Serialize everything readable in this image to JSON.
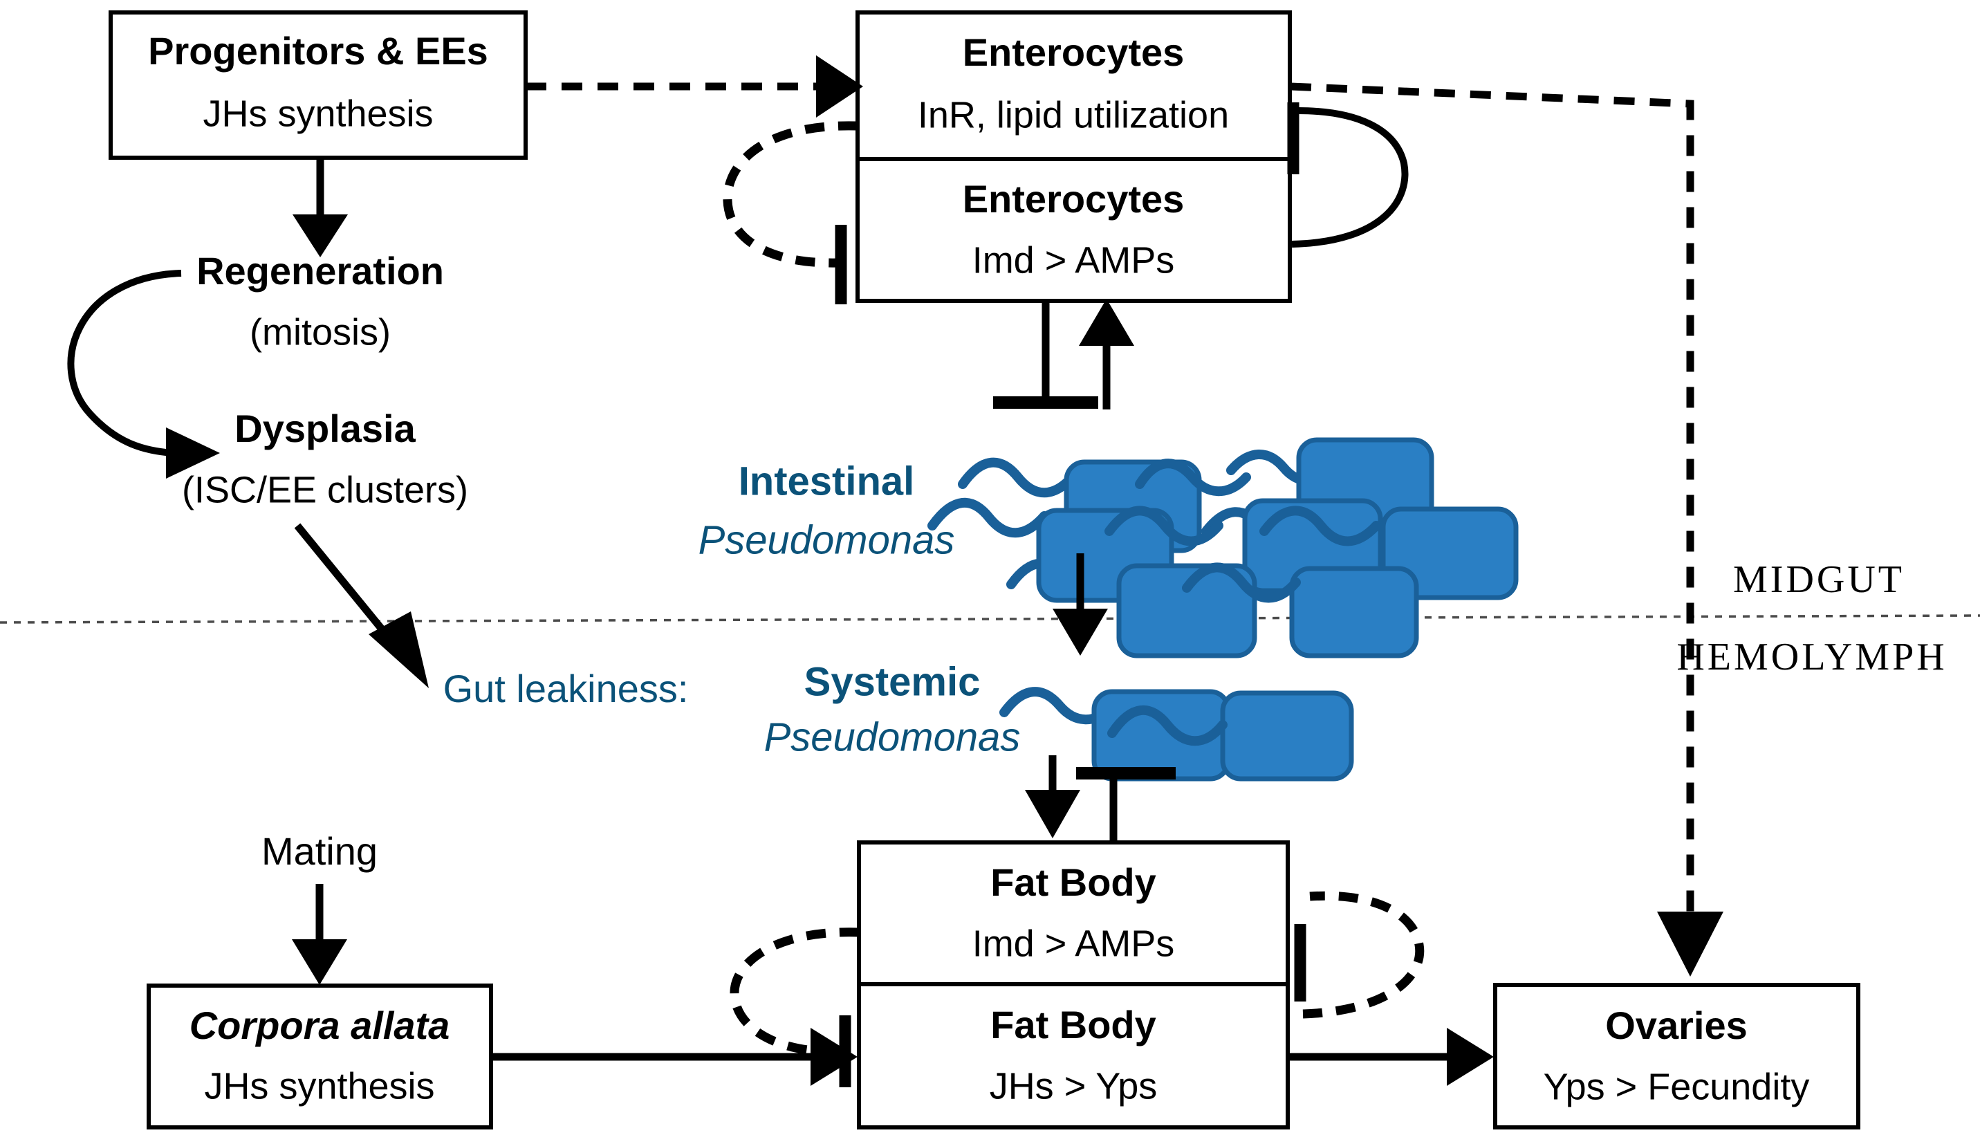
{
  "figure": {
    "title": "Drosophila midgut-hemolymph JH / Imd signaling network",
    "accent_blue": "#2a7fc4",
    "accent_blue_dark": "#0b5279",
    "line_color": "#000000",
    "background": "#ffffff"
  },
  "compartments": {
    "upper_label": "MIDGUT",
    "lower_label": "HEMOLYMPH"
  },
  "nodes": {
    "progenitors": {
      "title": "Progenitors & EEs",
      "subtitle": "JHs synthesis"
    },
    "regeneration": {
      "title": "Regeneration",
      "subtitle": "(mitosis)"
    },
    "dysplasia": {
      "title": "Dysplasia",
      "subtitle": "(ISC/EE clusters)"
    },
    "enterocytes_inr": {
      "title": "Enterocytes",
      "subtitle": "InR, lipid utilization"
    },
    "enterocytes_imd": {
      "title": "Enterocytes",
      "subtitle": "Imd > AMPs"
    },
    "intestinal_pseudomonas": {
      "title": "Intestinal",
      "subtitle": "Pseudomonas"
    },
    "systemic_pseudomonas": {
      "title": "Systemic",
      "subtitle": "Pseudomonas"
    },
    "gut_leakiness": {
      "title": "Gut leakiness:"
    },
    "mating": {
      "title": "Mating"
    },
    "corpora_allata": {
      "title": "Corpora allata",
      "subtitle": "JHs synthesis"
    },
    "fat_body_imd": {
      "title": "Fat Body",
      "subtitle": "Imd > AMPs"
    },
    "fat_body_jhs": {
      "title": "Fat Body",
      "subtitle": "JHs > Yps"
    },
    "ovaries": {
      "title": "Ovaries",
      "subtitle": "Yps > Fecundity"
    }
  },
  "edges": [
    {
      "id": "progenitors-to-enterocytes",
      "style": "dashed",
      "head": "arrow",
      "from": "progenitors",
      "to": "enterocytes_inr"
    },
    {
      "id": "progenitors-to-regeneration",
      "style": "solid",
      "head": "arrow",
      "from": "progenitors",
      "to": "regeneration"
    },
    {
      "id": "regeneration-to-dysplasia",
      "style": "solid",
      "head": "arrow",
      "from": "regeneration",
      "to": "dysplasia"
    },
    {
      "id": "dysplasia-to-gut-leakiness",
      "style": "solid",
      "head": "arrow",
      "from": "dysplasia",
      "to": "gut_leakiness"
    },
    {
      "id": "enterocytes-inr-inhibits-imd",
      "style": "dashed",
      "head": "bar",
      "from": "enterocytes_inr",
      "to": "enterocytes_imd"
    },
    {
      "id": "enterocytes-imd-inhibits-inr",
      "style": "solid",
      "head": "bar",
      "from": "enterocytes_imd",
      "to": "enterocytes_inr"
    },
    {
      "id": "enterocytes-inhibit-bacteria",
      "style": "solid",
      "head": "bar",
      "from": "enterocytes_imd",
      "to": "intestinal_pseudomonas"
    },
    {
      "id": "bacteria-activate-enterocytes",
      "style": "solid",
      "head": "arrow",
      "from": "intestinal_pseudomonas",
      "to": "enterocytes_imd"
    },
    {
      "id": "intestinal-to-systemic",
      "style": "solid",
      "head": "arrow",
      "from": "intestinal_pseudomonas",
      "to": "systemic_pseudomonas"
    },
    {
      "id": "systemic-to-fat-body",
      "style": "solid",
      "head": "arrow",
      "from": "systemic_pseudomonas",
      "to": "fat_body_imd"
    },
    {
      "id": "fat-body-inhibits-systemic",
      "style": "solid",
      "head": "bar",
      "from": "fat_body_imd",
      "to": "systemic_pseudomonas"
    },
    {
      "id": "mating-to-corpora-allata",
      "style": "solid",
      "head": "arrow",
      "from": "mating",
      "to": "corpora_allata"
    },
    {
      "id": "corpora-allata-to-fat-body",
      "style": "solid",
      "head": "arrow",
      "from": "corpora_allata",
      "to": "fat_body_jhs"
    },
    {
      "id": "fat-body-imd-inhibits-jhs",
      "style": "dashed",
      "head": "bar",
      "from": "fat_body_imd",
      "to": "fat_body_jhs"
    },
    {
      "id": "fat-body-jhs-inhibits-imd",
      "style": "dashed",
      "head": "bar",
      "from": "fat_body_jhs",
      "to": "fat_body_imd"
    },
    {
      "id": "fat-body-to-ovaries",
      "style": "solid",
      "head": "arrow",
      "from": "fat_body_jhs",
      "to": "ovaries"
    },
    {
      "id": "enterocytes-to-ovaries",
      "style": "dashed",
      "head": "arrow",
      "from": "enterocytes_inr",
      "to": "ovaries"
    }
  ],
  "bacteria": {
    "intestinal_count": 7,
    "systemic_count": 2,
    "intestinal_flagella": 3,
    "systemic_flagella": 1
  }
}
